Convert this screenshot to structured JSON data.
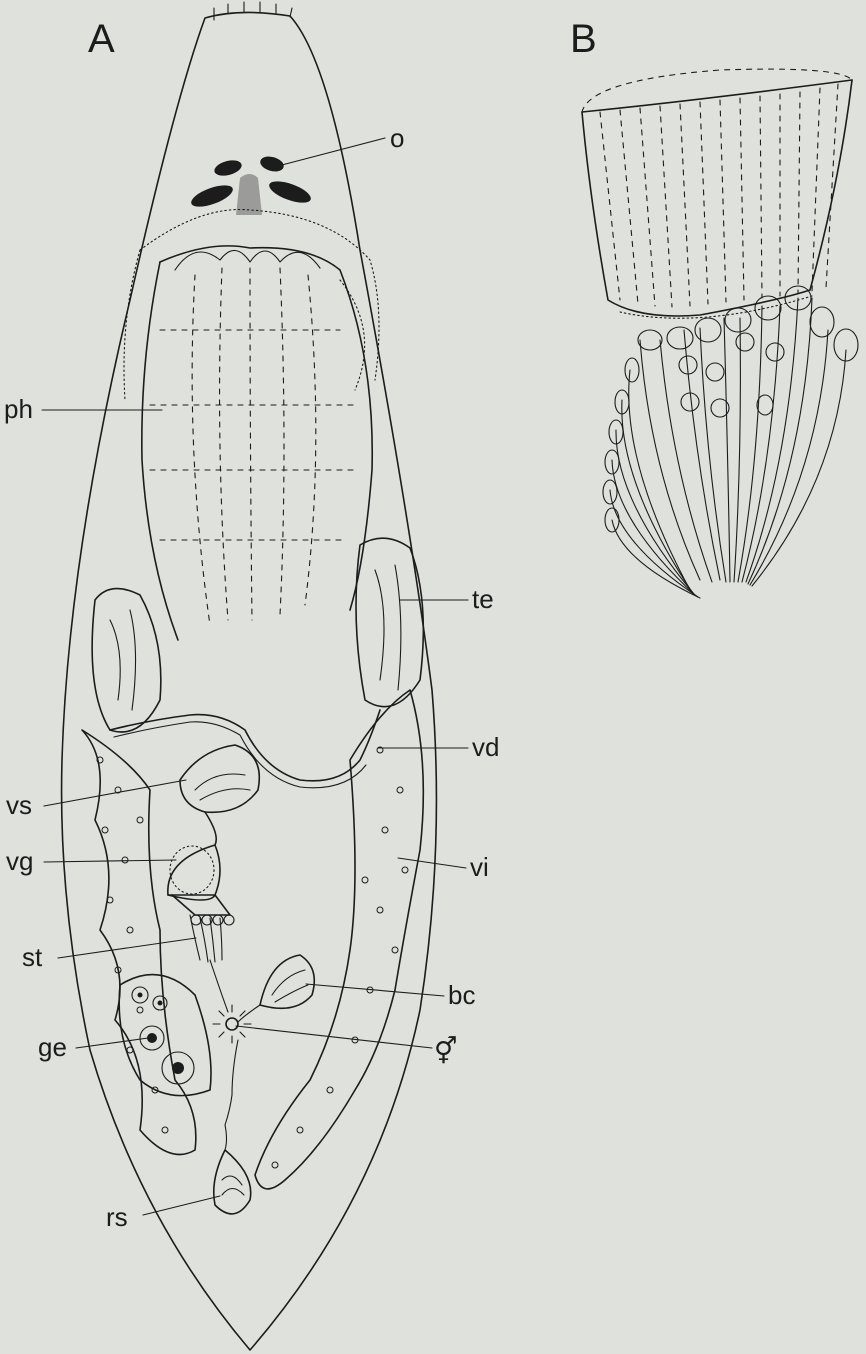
{
  "panels": {
    "a": "A",
    "b": "B"
  },
  "labels": {
    "o": "o",
    "ph": "ph",
    "te": "te",
    "vd": "vd",
    "vs": "vs",
    "vg": "vg",
    "vi": "vi",
    "st": "st",
    "bc": "bc",
    "ge": "ge",
    "gp": "⚥",
    "rs": "rs"
  },
  "colors": {
    "paper": "#dfe1dd",
    "ink": "#1c1c1c"
  }
}
